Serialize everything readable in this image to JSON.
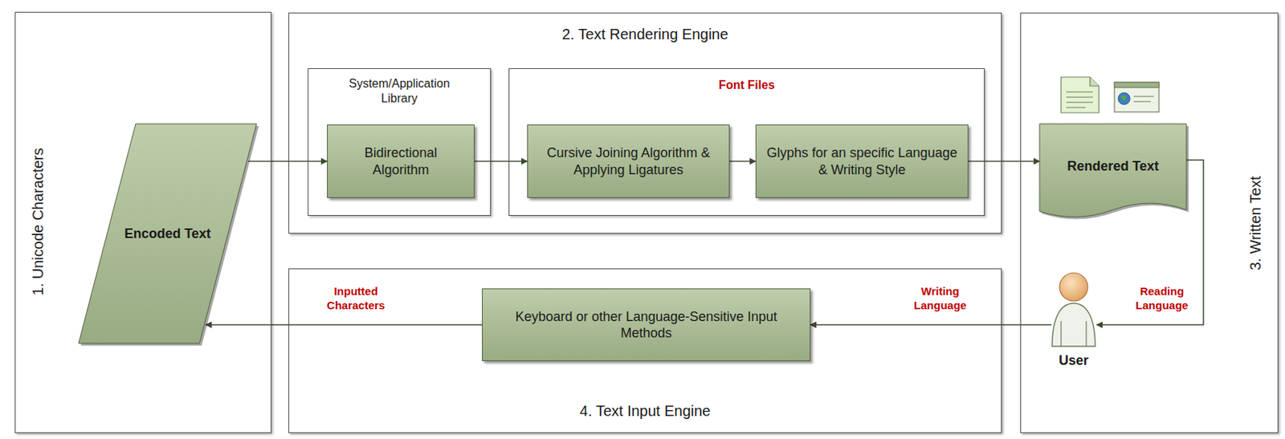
{
  "diagram": {
    "nodes": [
      {
        "text": [
          "1. Unicode Characters"
        ]
      },
      {
        "text": [
          "Encoded Text"
        ],
        "in": 0
      },
      {
        "text": [
          "2. Text Rendering Engine"
        ]
      },
      {
        "text": [
          "System/Application Library"
        ],
        "in": 2
      },
      {
        "text": [
          "Bidirectional Algorithm"
        ],
        "in": 3
      },
      {
        "text": [
          "Font Files"
        ],
        "in": 2
      },
      {
        "text": [
          "Cursive Joining Algorithm & Applying Ligatures"
        ],
        "in": 5
      },
      {
        "text": [
          "Glyphs for an specific Language & Writing Style"
        ],
        "in": 5
      },
      {
        "text": [
          "3. Written Text"
        ]
      },
      {
        "text": [
          "Rendered Text"
        ],
        "in": 8
      },
      {
        "text": [
          "User"
        ],
        "in": 8
      },
      {
        "text": [
          "4. Text Input Engine"
        ]
      },
      {
        "text": [
          "Keyboard or other Language-Sensitive Input Methods"
        ],
        "in": 11
      }
    ],
    "edges": [
      {
        "from": 1,
        "to": 4,
        "arrow": "to"
      },
      {
        "from": 4,
        "to": 6,
        "arrow": "to"
      },
      {
        "from": 6,
        "to": 7,
        "arrow": "to"
      },
      {
        "from": 7,
        "to": 9,
        "arrow": "to"
      },
      {
        "from": 9,
        "to": 10,
        "label": "Reading Language",
        "arrow": "to"
      },
      {
        "from": 10,
        "to": 12,
        "label": "Writing Language",
        "arrow": "to"
      },
      {
        "from": 12,
        "to": 1,
        "label": "Inputted Characters",
        "arrow": "to"
      }
    ]
  }
}
